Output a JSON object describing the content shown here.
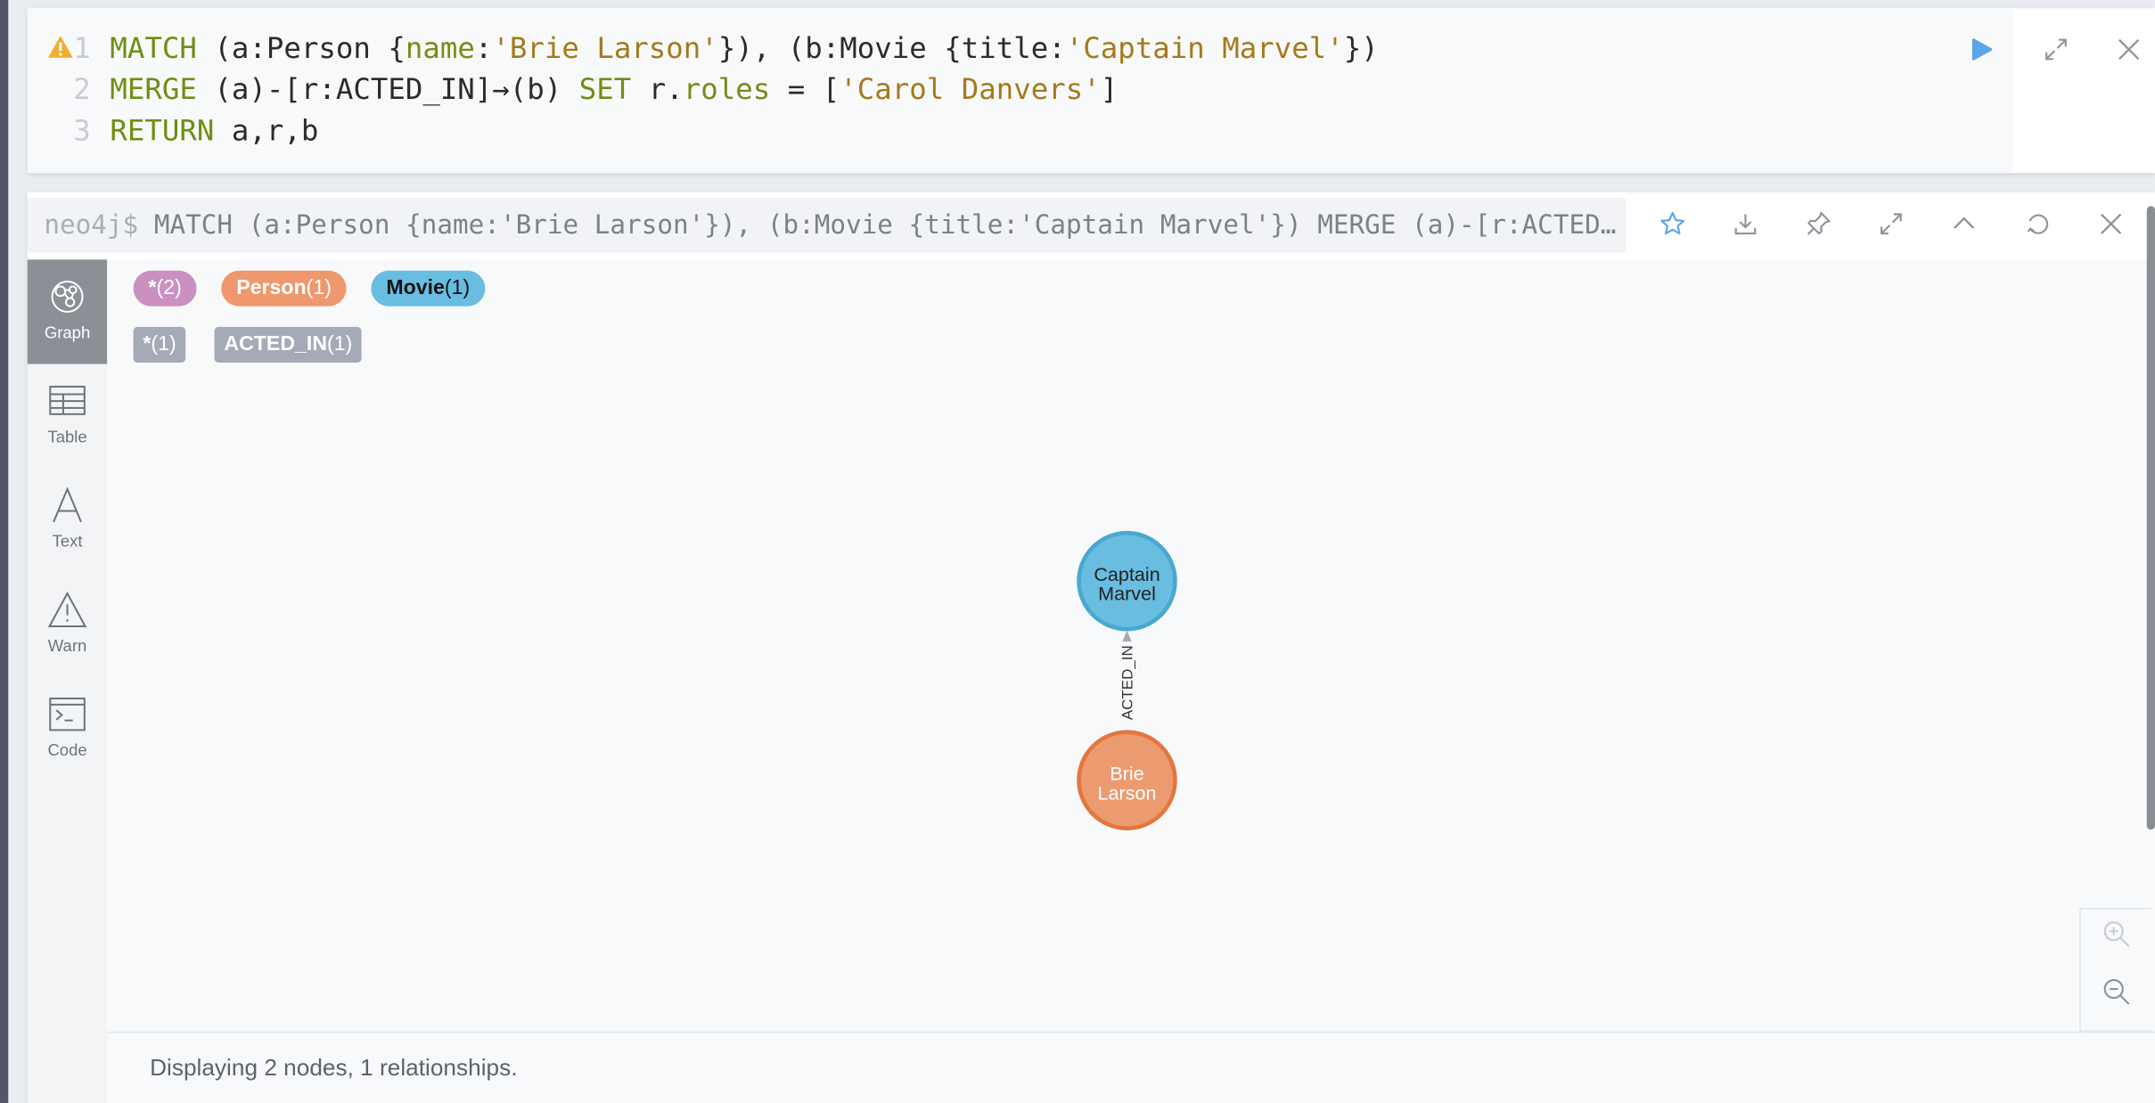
{
  "editor": {
    "lines": [
      {
        "num": "1",
        "segments": [
          {
            "t": "MATCH",
            "c": "kw"
          },
          {
            "t": " (a:Person {",
            "c": ""
          },
          {
            "t": "name",
            "c": "prop"
          },
          {
            "t": ":",
            "c": ""
          },
          {
            "t": "'Brie Larson'",
            "c": "str"
          },
          {
            "t": "}), (b:Movie {",
            "c": ""
          },
          {
            "t": "title",
            "c": ""
          },
          {
            "t": ":",
            "c": ""
          },
          {
            "t": "'Captain Marvel'",
            "c": "str"
          },
          {
            "t": "})",
            "c": ""
          }
        ]
      },
      {
        "num": "2",
        "segments": [
          {
            "t": "MERGE",
            "c": "kw"
          },
          {
            "t": " (a)-[r:ACTED_IN]→(b) ",
            "c": ""
          },
          {
            "t": "SET",
            "c": "kw"
          },
          {
            "t": " r.",
            "c": ""
          },
          {
            "t": "roles",
            "c": "prop"
          },
          {
            "t": " = [",
            "c": ""
          },
          {
            "t": "'Carol Danvers'",
            "c": "str"
          },
          {
            "t": "]",
            "c": ""
          }
        ]
      },
      {
        "num": "3",
        "segments": [
          {
            "t": "RETURN",
            "c": "kw"
          },
          {
            "t": " a,r,b",
            "c": ""
          }
        ]
      }
    ],
    "icons": [
      "warning-icon",
      "play-icon",
      "expand-icon",
      "close-icon"
    ]
  },
  "frame": {
    "prompt": "neo4j$",
    "command": "MATCH (a:Person {name:'Brie Larson'}), (b:Movie {title:'Captain Marvel'}) MERGE (a)-[r:ACTED_IN]→(b) SET r.roles = ['Carol Danvers'] RETURN a,r,b",
    "header_icons": [
      "star-icon",
      "download-icon",
      "pin-icon",
      "fullscreen-icon",
      "collapse-icon",
      "rerun-icon",
      "close-icon"
    ]
  },
  "sidebar": {
    "items": [
      {
        "label": "Graph",
        "icon": "graph-icon",
        "active": true
      },
      {
        "label": "Table",
        "icon": "table-icon",
        "active": false
      },
      {
        "label": "Text",
        "icon": "text-icon",
        "active": false
      },
      {
        "label": "Warn",
        "icon": "warning-icon",
        "active": false
      },
      {
        "label": "Code",
        "icon": "code-icon",
        "active": false
      }
    ]
  },
  "legend": {
    "node_labels": [
      {
        "name": "*",
        "count": "(2)",
        "color": "#c990c0",
        "text_color": "#ffffff"
      },
      {
        "name": "Person",
        "count": "(1)",
        "color": "#f0986d",
        "text_color": "#ffffff"
      },
      {
        "name": "Movie",
        "count": "(1)",
        "color": "#68bde0",
        "text_color": "#111111"
      }
    ],
    "relationship_types": [
      {
        "name": "*",
        "count": "(1)",
        "color": "#a5abb6"
      },
      {
        "name": "ACTED_IN",
        "count": "(1)",
        "color": "#a5abb6"
      }
    ]
  },
  "graph": {
    "nodes": [
      {
        "id": "b",
        "label": "Movie",
        "caption_lines": [
          "Captain",
          "Marvel"
        ],
        "fill": "#68bde0",
        "stroke": "#4aa8cf"
      },
      {
        "id": "a",
        "label": "Person",
        "caption_lines": [
          "Brie",
          "Larson"
        ],
        "fill": "#ec9b71",
        "stroke": "#e2773f"
      }
    ],
    "relationship": {
      "type": "ACTED_IN",
      "from": "a",
      "to": "b"
    }
  },
  "zoom": {
    "icons": [
      "zoom-in-icon",
      "zoom-out-icon"
    ]
  },
  "status": {
    "text": "Displaying 2 nodes, 1 relationships."
  }
}
